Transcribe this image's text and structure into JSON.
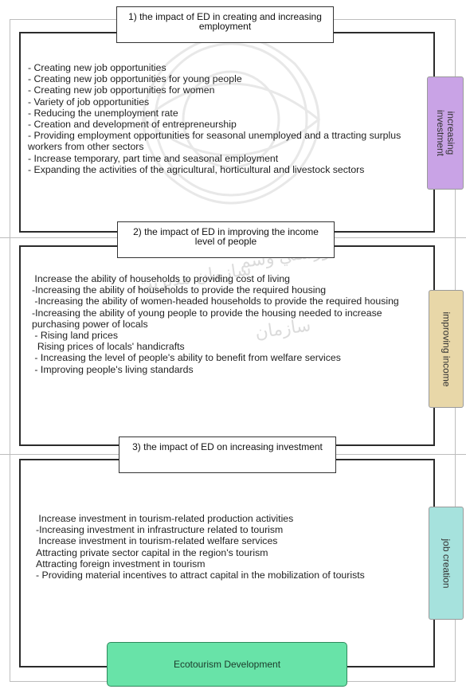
{
  "colors": {
    "tab_investment": "#c9a3e6",
    "tab_income": "#e8d7a8",
    "tab_job": "#a6e2dd",
    "bottom_box": "#68e3a8"
  },
  "sections": [
    {
      "header": "1) the impact of ED in creating and increasing employment",
      "items": [
        "- Creating new job opportunities",
        "- Creating new job opportunities for young people",
        "- Creating new job opportunities for women",
        "- Variety of job opportunities",
        "- Reducing the unemployment rate",
        "- Creation and development of entrepreneurship",
        "- Providing employment opportunities for seasonal unemployed and a ttracting surplus workers from other sectors",
        "- Increase temporary, part time and seasonal employment",
        "- Expanding the activities of the agricultural, horticultural and livestock sectors"
      ]
    },
    {
      "header": "2) the impact of ED in improving the income level of people",
      "items": [
        " Increase the ability of households to providing cost of living",
        "-Increasing the ability of households to provide the required housing",
        " -Increasing the ability of women-headed households to provide the required housing",
        "-Increasing the ability of young people to provide the housing needed to increase purchasing power of locals",
        " - Rising land prices",
        "  Rising prices of locals' handicrafts",
        " - Increasing the level of people's ability to benefit from welfare services",
        " - Improving people's living standards"
      ]
    },
    {
      "header": "3) the impact of ED on  increasing investment",
      "items": [
        " Increase investment in tourism-related production activities",
        "-Increasing investment in infrastructure related to tourism",
        " Increase investment in tourism-related welfare services",
        "Attracting private sector capital in the region's tourism",
        "Attracting foreign investment in tourism",
        "- Providing material incentives to attract capital in the mobilization of tourists"
      ]
    }
  ],
  "side_tabs": [
    "increasing investment",
    "improving income",
    "job creation"
  ],
  "bottom_box": "Ecotourism Development"
}
